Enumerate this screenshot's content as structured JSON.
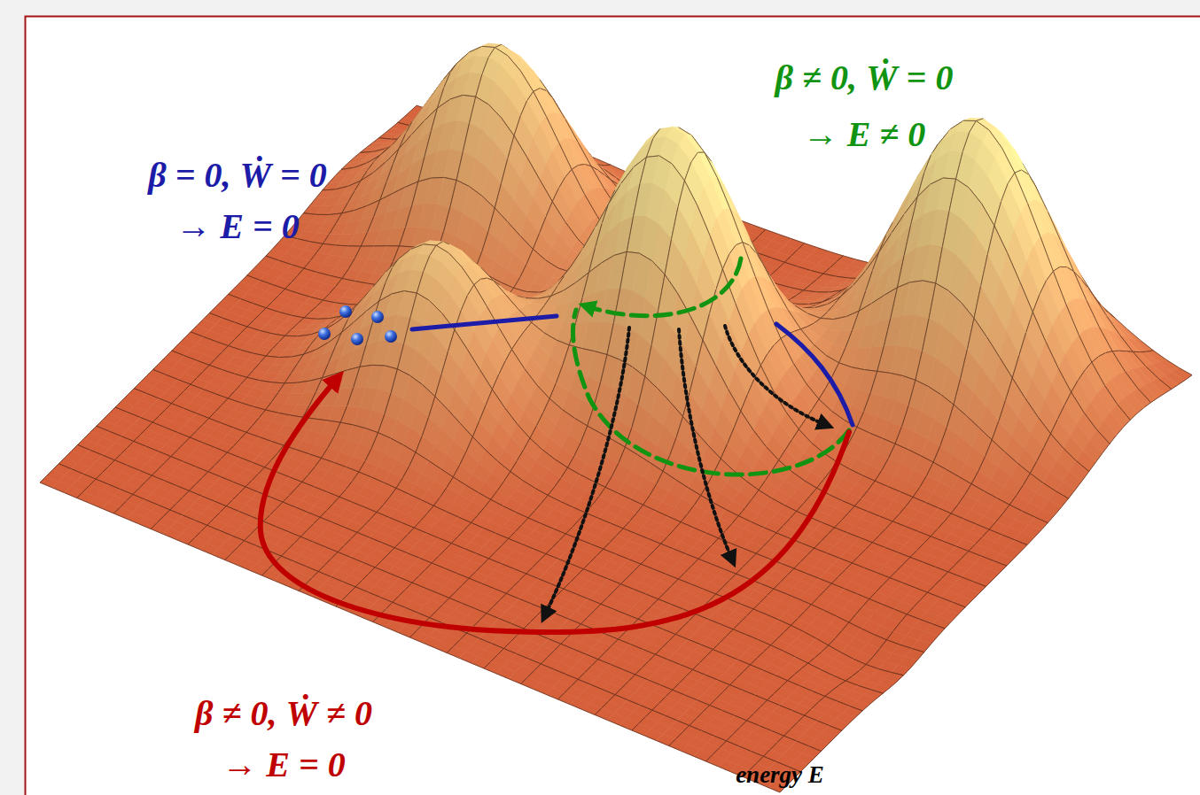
{
  "diagram": {
    "labels": [
      "β = 0, Ẇ = 0",
      "→ E = 0",
      "β ≠ 0, Ẇ = 0",
      "→ E ≠ 0",
      "β ≠ 0, Ẇ ≠ 0",
      "→ E = 0",
      "energy E"
    ]
  }
}
